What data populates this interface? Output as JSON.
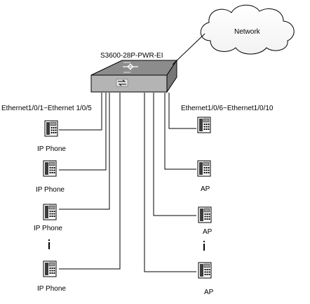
{
  "switch_label": "S3600-28P-PWR-EI",
  "cloud_label": "Network",
  "left_ports_label": "Ethernet1/0/1~Ethernet 1/0/5",
  "right_ports_label": "Ethernet1/0/6~Ethernet1/0/10",
  "left_devices": [
    {
      "label": "IP Phone"
    },
    {
      "label": "IP Phone"
    },
    {
      "label": "IP Phone"
    },
    {
      "label": "IP Phone"
    }
  ],
  "right_devices": [
    {
      "label": ""
    },
    {
      "label": "AP"
    },
    {
      "label": "AP"
    },
    {
      "label": "AP"
    }
  ],
  "icons": {
    "switch": "switch-icon",
    "cloud": "cloud-icon",
    "device": "phone-icon",
    "ellipsis": "vertical-ellipsis-icon"
  }
}
